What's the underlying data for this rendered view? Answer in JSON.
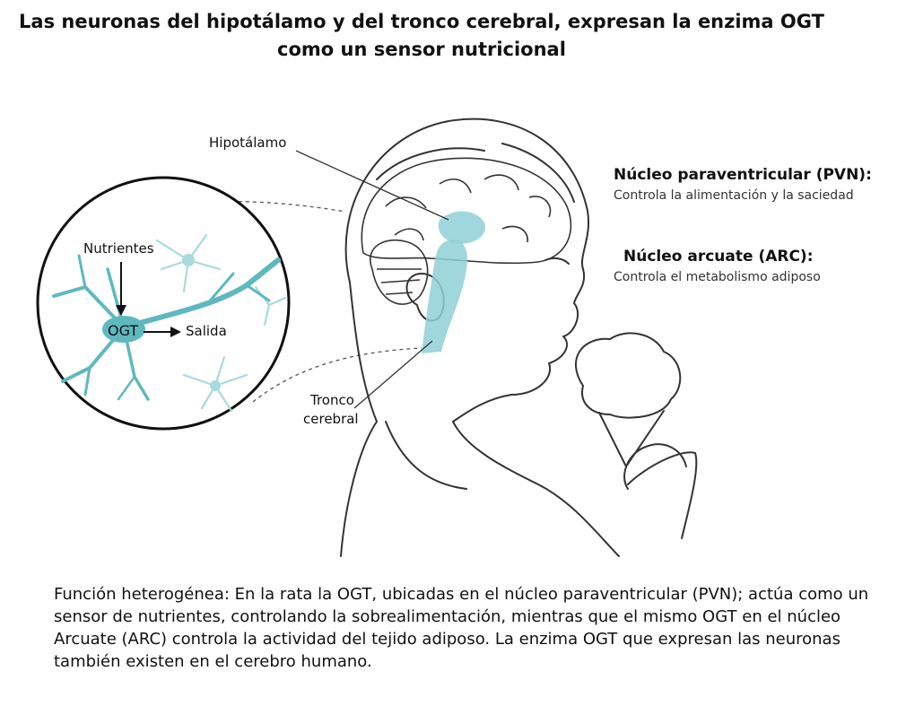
{
  "title": {
    "line1": "Las neuronas del hipotálamo y del tronco cerebral, expresan la enzima OGT",
    "line2": "como un sensor nutricional"
  },
  "labels": {
    "hypothalamus": "Hipotálamo",
    "brainstem_line1": "Tronco",
    "brainstem_line2": "cerebral",
    "nutrients": "Nutrientes",
    "ogt": "OGT",
    "output": "Salida"
  },
  "nuclei": {
    "pvn": {
      "title": "Núcleo paraventricular (PVN):",
      "description": "Controla la alimentación y la saciedad"
    },
    "arc": {
      "title": "Núcleo arcuate (ARC):",
      "description": "Controla el metabolismo adiposo"
    }
  },
  "caption": "Función heterogénea: En la rata la OGT, ubicadas en el núcleo paraventricular (PVN); actúa como un sensor de nutrientes, controlando la sobrealimentación, mientras que el mismo OGT en el núcleo Arcuate (ARC) controla la actividad del tejido adiposo. La enzima OGT que expresan las neuronas también existen en el cerebro humano.",
  "colors": {
    "neuron": "#5fb8c0",
    "brain_highlight": "#8fd0d6",
    "line_art": "#333333"
  }
}
